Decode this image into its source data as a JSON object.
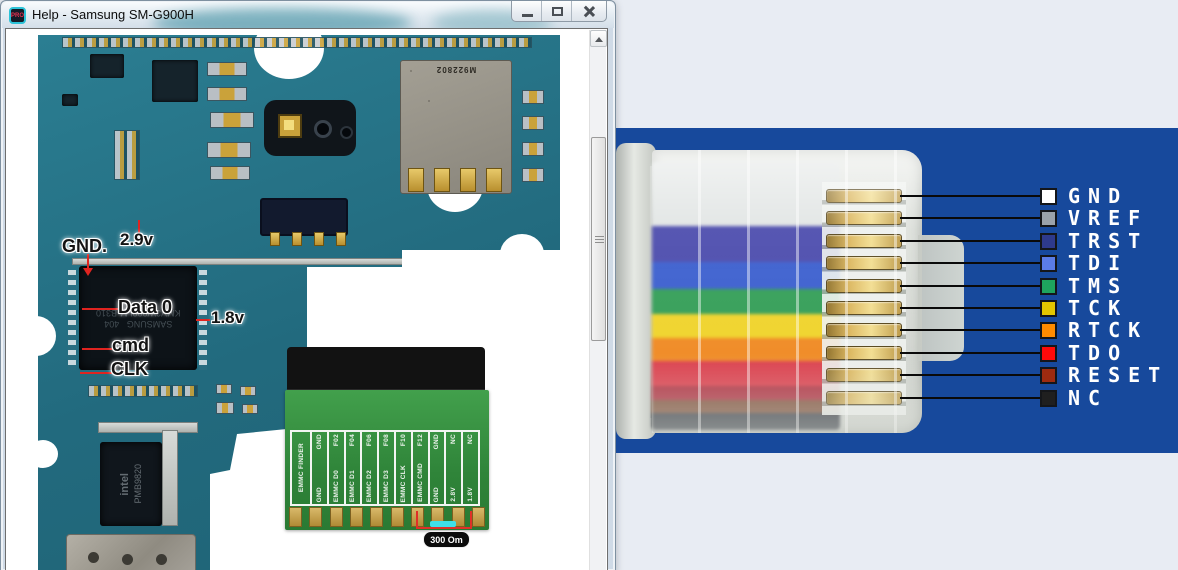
{
  "window": {
    "title": "Help - Samsung SM-G900H",
    "icon_text": "PRO"
  },
  "pcb": {
    "annotations": {
      "gnd": "GND.",
      "v29": "2.9v",
      "data0": "Data 0",
      "v18": "1.8v",
      "cmd": "cmd",
      "clk": "CLK"
    },
    "chip_texts": {
      "emmc_brand": "SAMSUNG",
      "emmc_code": "404",
      "emmc_part": "KMV3W000LM-B310",
      "cpu_brand": "intel",
      "cpu_part": "PMB9820",
      "sd_marking": "M922802"
    }
  },
  "finder_board": {
    "side_label": "EMMC FINDER",
    "resistor_label": "300 Om",
    "columns": [
      {
        "top": "GND",
        "bottom": "GND"
      },
      {
        "top": "F02",
        "bottom": "EMMC D0"
      },
      {
        "top": "F04",
        "bottom": "EMMC D1"
      },
      {
        "top": "F06",
        "bottom": "EMMC D2"
      },
      {
        "top": "F08",
        "bottom": "EMMC D3"
      },
      {
        "top": "F10",
        "bottom": "EMMC CLK"
      },
      {
        "top": "F12",
        "bottom": "EMMC CMD"
      },
      {
        "top": "GND",
        "bottom": "GND"
      },
      {
        "top": "NC",
        "bottom": "2.8V"
      },
      {
        "top": "NC",
        "bottom": "1.8V"
      }
    ]
  },
  "jtag_pinout": {
    "panel_color": "#17499c",
    "pins": [
      {
        "label": "GND",
        "color": "#ffffff"
      },
      {
        "label": "VREF",
        "color": "#9aa2aa"
      },
      {
        "label": "TRST",
        "color": "#2e3a8c"
      },
      {
        "label": "TDI",
        "color": "#5b7ce6"
      },
      {
        "label": "TMS",
        "color": "#1ea45e"
      },
      {
        "label": "TCK",
        "color": "#e3c600"
      },
      {
        "label": "RTCK",
        "color": "#ff8c00"
      },
      {
        "label": "TDO",
        "color": "#ff0a0a"
      },
      {
        "label": "RESET",
        "color": "#9e2b10"
      },
      {
        "label": "NC",
        "color": "#1f1f1f"
      }
    ]
  }
}
